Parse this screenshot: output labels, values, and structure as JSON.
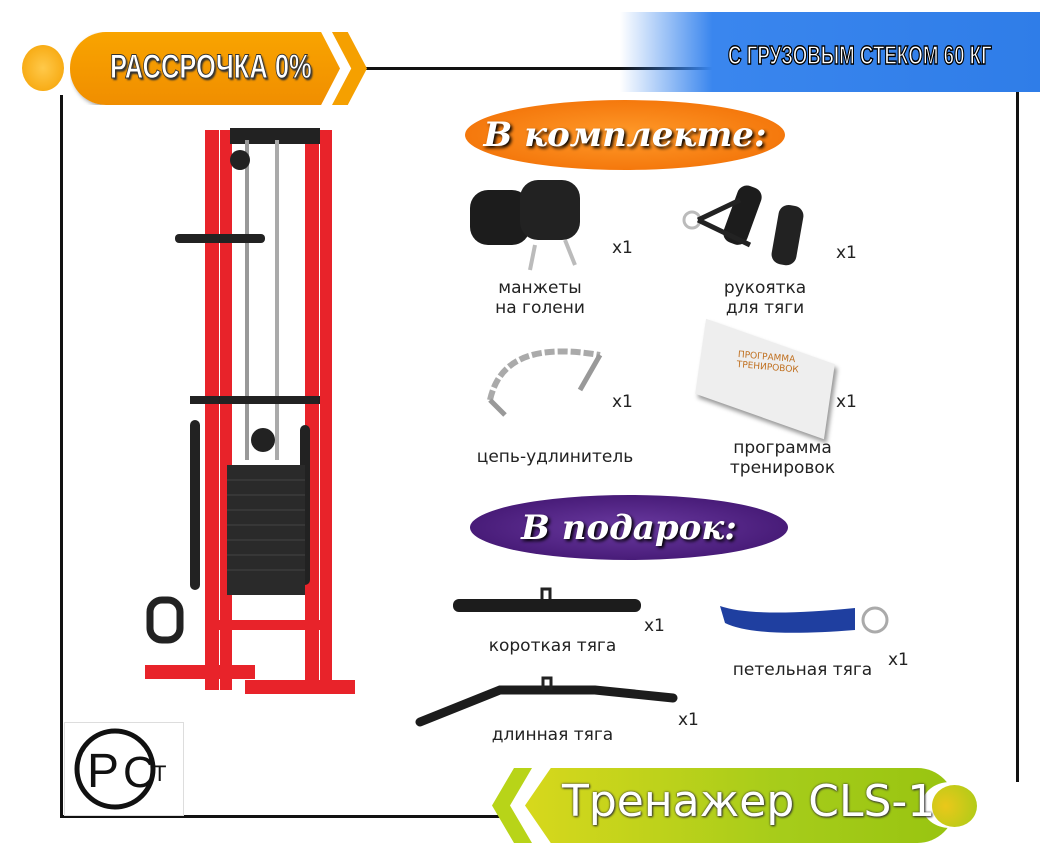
{
  "top_left_badge": "РАССРОЧКА 0%",
  "top_right_banner": "С ГРУЗОВЫМ СТЕКОМ 60 КГ",
  "included_heading": "В комплекте:",
  "included_items": [
    {
      "label_line1": "манжеты",
      "label_line2": "на голени",
      "qty": "x1"
    },
    {
      "label_line1": "рукоятка",
      "label_line2": "для тяги",
      "qty": "x1"
    },
    {
      "label_line1": "цепь-удлинитель",
      "label_line2": "",
      "qty": "x1"
    },
    {
      "label_line1": "программа",
      "label_line2": "тренировок",
      "qty": "x1",
      "book_text": "ПРОГРАММА ТРЕНИРОВОК"
    }
  ],
  "gift_heading": "В подарок:",
  "gift_items": [
    {
      "label": "короткая тяга",
      "qty": "x1"
    },
    {
      "label": "петельная тяга",
      "qty": "x1"
    },
    {
      "label": "длинная тяга",
      "qty": "x1"
    }
  ],
  "product_title": "Тренажер CLS-1",
  "certification_logo": "РСТ",
  "colors": {
    "orange": "#f7a000",
    "blue": "#2f7de8",
    "green": "#a6cc1a",
    "purple": "#4a1a78",
    "frame_red": "#e8232a"
  }
}
